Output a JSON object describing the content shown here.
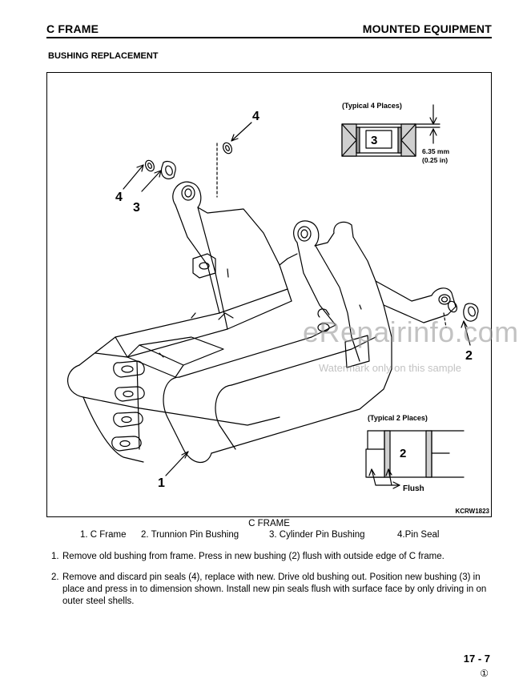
{
  "header": {
    "left": "C FRAME",
    "right": "MOUNTED EQUIPMENT"
  },
  "section_title": "BUSHING REPLACEMENT",
  "figure": {
    "callouts": {
      "n1": "1",
      "n2": "2",
      "n3": "3",
      "n4": "4"
    },
    "detail_top": {
      "label": "(Typical 4 Places)",
      "part": "3",
      "dim_mm": "6.35 mm",
      "dim_in": "(0.25 in)"
    },
    "detail_bottom": {
      "label": "(Typical 2 Places)",
      "part": "2",
      "note": "Flush"
    },
    "code": "KCRW1823"
  },
  "caption": "C FRAME",
  "legend": [
    "1.  C Frame",
    "2.  Trunnion Pin Bushing",
    "3.  Cylinder Pin Bushing",
    "4.Pin Seal"
  ],
  "steps": [
    {
      "num": "1.",
      "text": "Remove old bushing from frame. Press in new bushing (2) flush with outside edge of C frame."
    },
    {
      "num": "2.",
      "text": "Remove and discard pin seals (4), replace with new. Drive old bushing out. Position new bushing (3) in place and press in to dimension shown. Install new pin seals flush with surface face  by only driving in on outer steel shells."
    }
  ],
  "page_number": "17 - 7",
  "revision": "①",
  "watermark": {
    "line1": "eRepairinfo.com",
    "line2": "Watermark only on this sample"
  }
}
